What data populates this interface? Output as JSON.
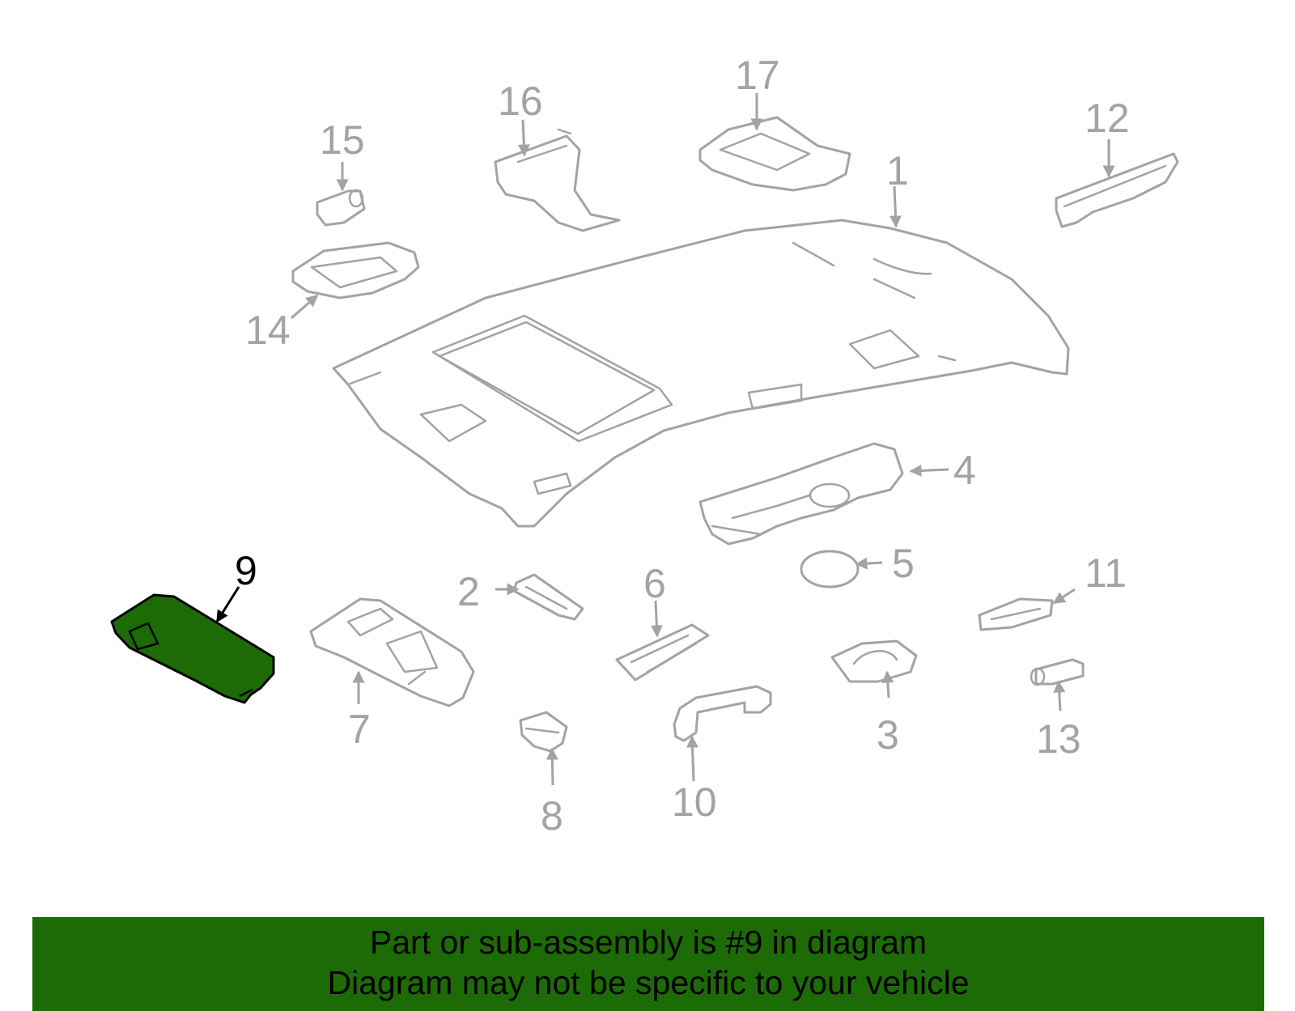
{
  "highlight_color": "#1d6b06",
  "line_color": "#a3a3a3",
  "callouts": {
    "c1": "1",
    "c2": "2",
    "c3": "3",
    "c4": "4",
    "c5": "5",
    "c6": "6",
    "c7": "7",
    "c8": "8",
    "c9": "9",
    "c10": "10",
    "c11": "11",
    "c12": "12",
    "c13": "13",
    "c14": "14",
    "c15": "15",
    "c16": "16",
    "c17": "17"
  },
  "banner": {
    "line1": "Part or sub-assembly is #9 in diagram",
    "line2": "Diagram may not be specific to your vehicle"
  }
}
